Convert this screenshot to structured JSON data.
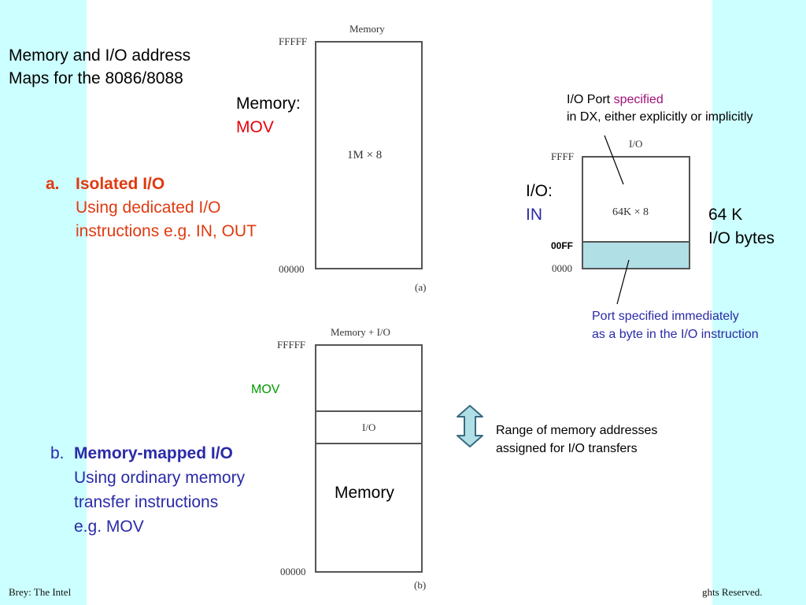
{
  "slide": {
    "title_line1": "Memory and I/O address",
    "title_line2": "Maps for the 8086/8088",
    "colors": {
      "background": "#ccffff",
      "red": "#e8000b",
      "blue": "#2a2aa8",
      "orange_red": "#e03a10",
      "green": "#009900",
      "io_fill": "#b0dfe6"
    }
  },
  "isolated": {
    "marker": "a.",
    "heading": "Isolated I/O",
    "line1": "Using dedicated I/O",
    "line2": "instructions e.g. IN, OUT",
    "mem_label": "Memory:",
    "mem_instr": "MOV",
    "io_label": "I/O:",
    "io_instr": "IN",
    "io_port_prefix": "I/O Port ",
    "io_port_spec": "specified",
    "io_port_line2": "in DX, either explicitly or implicitly",
    "size_line1": "64 K",
    "size_line2": "I/O bytes",
    "port_imm_line1": "Port specified immediately",
    "port_imm_line2": "as a byte in the I/O instruction"
  },
  "diagram_a": {
    "title": "Memory",
    "top_addr": "FFFFF",
    "bottom_addr": "00000",
    "content": "1M × 8",
    "caption": "(a)"
  },
  "diagram_io": {
    "title": "I/O",
    "top_addr": "FFFF",
    "mid_addr": "00FF",
    "bottom_addr": "0000",
    "content": "64K × 8"
  },
  "mapped": {
    "marker": "b.",
    "heading": "Memory-mapped I/O",
    "line1": "Using ordinary memory",
    "line2": "transfer instructions",
    "line3": "e.g. MOV",
    "mov_label": "MOV",
    "range_line1": "Range of memory addresses",
    "range_line2": "assigned for I/O transfers"
  },
  "diagram_b": {
    "title": "Memory + I/O",
    "top_addr": "FFFFF",
    "bottom_addr": "00000",
    "io_label": "I/O",
    "mem_label": "Memory",
    "caption": "(b)"
  },
  "footer": {
    "left": "Brey: The Intel",
    "right": "ghts Reserved."
  }
}
